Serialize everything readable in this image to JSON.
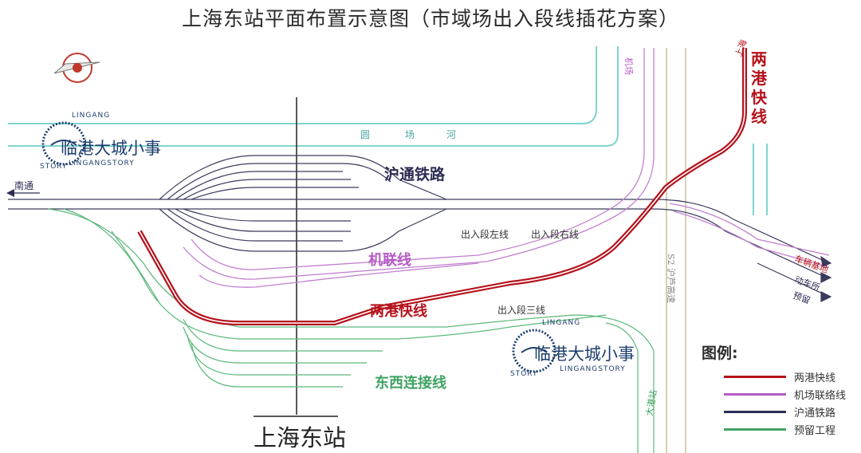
{
  "title": "上海东站平面布置示意图（市域场出入段线插花方案）",
  "station": "上海东站",
  "lines": {
    "huto": "沪通铁路",
    "jilian": "机联线",
    "lianggang": "两港快线",
    "dongxi": "东西连接线",
    "lianggang_vertical": "两港快线"
  },
  "depot_lines": {
    "left": "出入段左线",
    "right": "出入段右线",
    "third": "出入段三线"
  },
  "places": {
    "nantong": "南通",
    "river": [
      "圆",
      "场",
      "河"
    ],
    "jichang": "机场",
    "shanghai": "上海",
    "chelianglu": "车辆基地",
    "dongchesuo": "动车所",
    "cunliu": "预留",
    "road": "S2 沪芦高速",
    "dagang": "大港站"
  },
  "legend": {
    "title": "图例:",
    "items": [
      {
        "label": "两港快线",
        "color": "#b5121b"
      },
      {
        "label": "机场联络线",
        "color": "#b55bc6"
      },
      {
        "label": "沪通铁路",
        "color": "#2c2c54"
      },
      {
        "label": "预留工程",
        "color": "#3fa362"
      }
    ]
  },
  "watermark": {
    "name": "临港大城小事",
    "en": "LINGANGSTORY",
    "arc_top": "LINGANG",
    "arc_side": "STORY"
  },
  "colors": {
    "lianggang": "#b5121b",
    "jilian": "#b55bc6",
    "huto": "#2c2c54",
    "dongxi": "#3fa362",
    "river": "#7fd3cf"
  }
}
